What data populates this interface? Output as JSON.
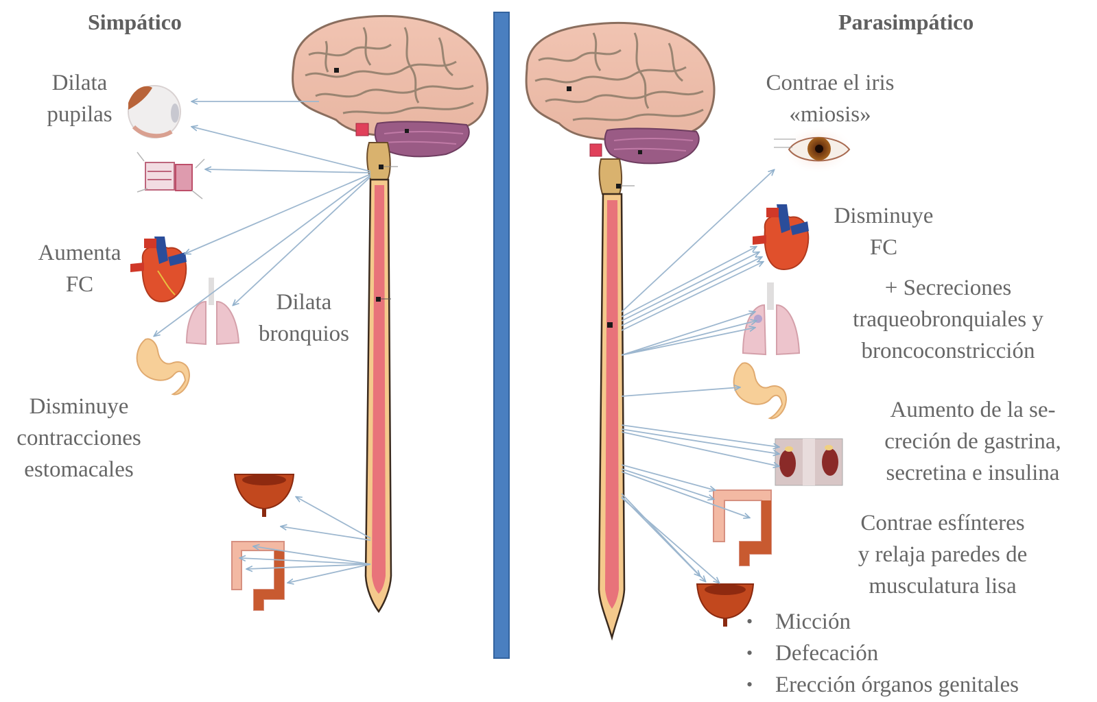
{
  "sympathetic": {
    "title": "Simpático",
    "labels": {
      "pupils": [
        "Dilata",
        "pupilas"
      ],
      "heart": [
        "Aumenta",
        "FC"
      ],
      "bronchi": [
        "Dilata",
        "bronquios"
      ],
      "stomach": [
        "Disminuye",
        "contracciones",
        "estomacales"
      ]
    }
  },
  "parasympathetic": {
    "title": "Parasimpático",
    "labels": {
      "iris": [
        "Contrae el iris",
        "«miosis»"
      ],
      "heart": [
        "Disminuye",
        "FC"
      ],
      "bronchi": [
        "+ Secreciones",
        "traqueobronquiales y",
        "broncoconstricción"
      ],
      "secretion": [
        "Aumento de la se-",
        "creción de gastrina,",
        "secretina e insulina"
      ],
      "sphincters": [
        "Contrae esfínteres",
        "y relaja paredes de",
        "musculatura lisa"
      ],
      "bullets": [
        "Micción",
        "Defecación",
        "Erección órganos genitales"
      ]
    }
  },
  "colors": {
    "divider": "#4a7fc0",
    "arrow": "#9db7cf",
    "text": "#666666"
  }
}
